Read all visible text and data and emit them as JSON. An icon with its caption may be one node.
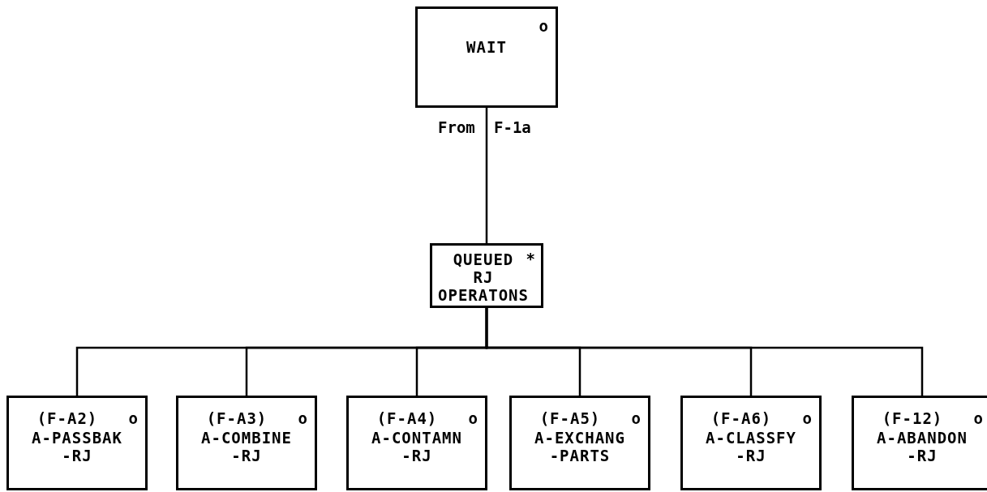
{
  "diagram": {
    "nodes": [
      {
        "text": [
          "WAIT",
          "o"
        ]
      },
      {
        "text": [
          "QUEUED RJ OPERATONS",
          "*"
        ]
      },
      {
        "text": [
          "(F-A2)",
          "o",
          "A-PASSBAK -RJ"
        ]
      },
      {
        "text": [
          "(F-A3)",
          "o",
          "A-COMBINE -RJ"
        ]
      },
      {
        "text": [
          "(F-A4)",
          "o",
          "A-CONTAMN -RJ"
        ]
      },
      {
        "text": [
          "(F-A5)",
          "o",
          "A-EXCHANG -PARTS"
        ]
      },
      {
        "text": [
          "(F-A6)",
          "o",
          "A-CLASSFY -RJ"
        ]
      },
      {
        "text": [
          "(F-12)",
          "o",
          "A-ABANDON -RJ"
        ]
      }
    ],
    "edges": [
      {
        "from": 0,
        "to": 1,
        "arrow": "none"
      },
      {
        "from": 1,
        "to": 2,
        "arrow": "none"
      },
      {
        "from": 1,
        "to": 3,
        "arrow": "none"
      },
      {
        "from": 1,
        "to": 4,
        "arrow": "none"
      },
      {
        "from": 1,
        "to": 5,
        "arrow": "none"
      },
      {
        "from": 1,
        "to": 6,
        "arrow": "none"
      },
      {
        "from": 1,
        "to": 7,
        "arrow": "none"
      }
    ],
    "labels": [
      "From",
      "F-1a"
    ]
  }
}
